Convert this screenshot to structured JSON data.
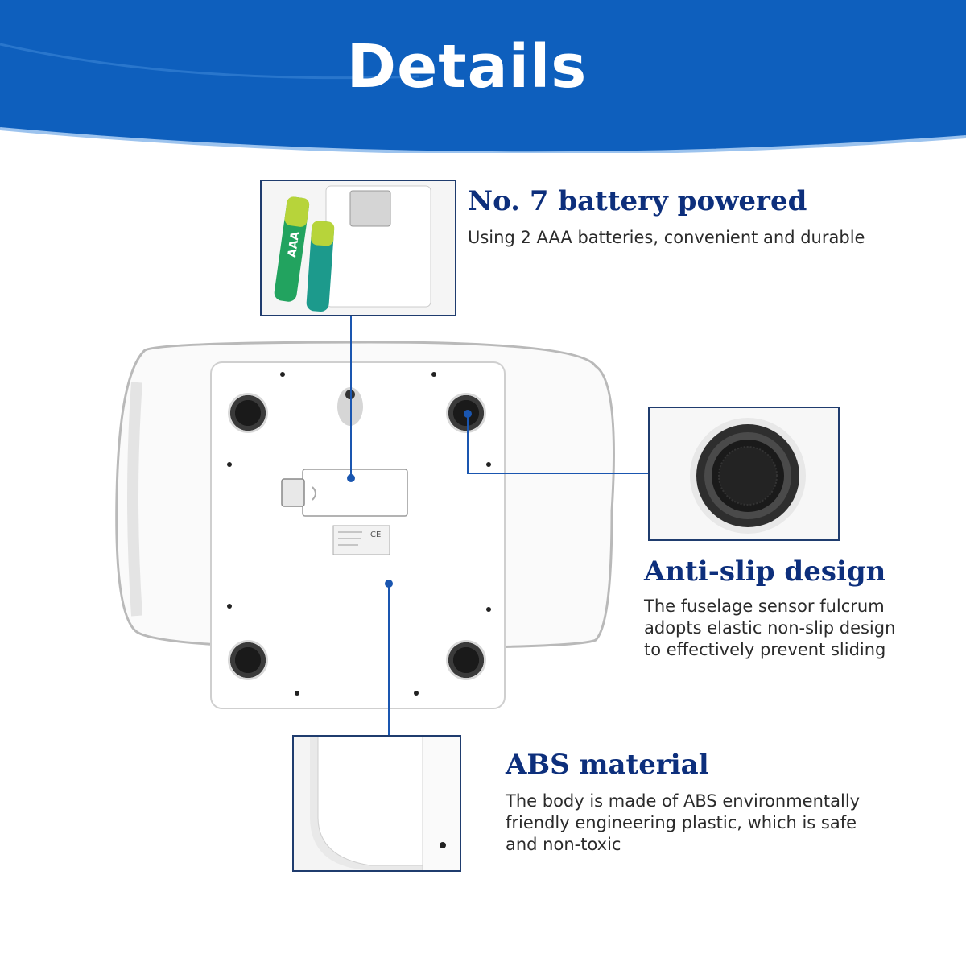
{
  "header": {
    "title": "Details"
  },
  "features": [
    {
      "title": "No. 7 battery powered",
      "desc_lines": [
        "Using 2 AAA batteries, convenient and durable"
      ]
    },
    {
      "title": "Anti-slip design",
      "desc_lines": [
        "The fuselage sensor fulcrum",
        "adopts elastic non-slip design",
        "to effectively prevent sliding"
      ]
    },
    {
      "title": "ABS material",
      "desc_lines": [
        "The body is made of ABS environmentally",
        "friendly engineering plastic, which is safe",
        "and non-toxic"
      ]
    }
  ],
  "colors": {
    "banner": "#0e5fbd",
    "title": "#0d2f7c",
    "callout_line": "#1a56b0",
    "frame": "#1f3c6e"
  },
  "battery_label": "AAA"
}
